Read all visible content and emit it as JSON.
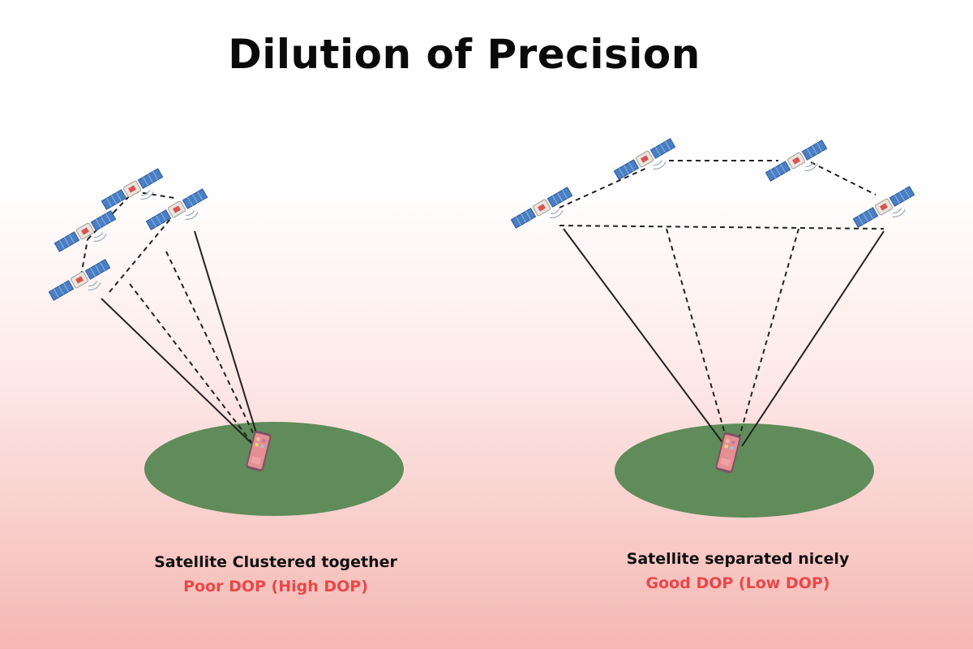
{
  "title": "Dilution of Precision",
  "colors": {
    "ground": "#5f8c5a",
    "accent_red": "#e8484a",
    "line": "#222222",
    "panel_blue": "#4a7fc4",
    "phone": "#d97a86"
  },
  "left_panel": {
    "caption": "Satellite Clustered together",
    "dop_label": "Poor DOP (High DOP)"
  },
  "right_panel": {
    "caption": "Satellite separated nicely",
    "dop_label": "Good DOP (Low DOP)"
  },
  "icons": [
    "satellite-icon",
    "smartphone-icon",
    "ground-ellipse"
  ]
}
